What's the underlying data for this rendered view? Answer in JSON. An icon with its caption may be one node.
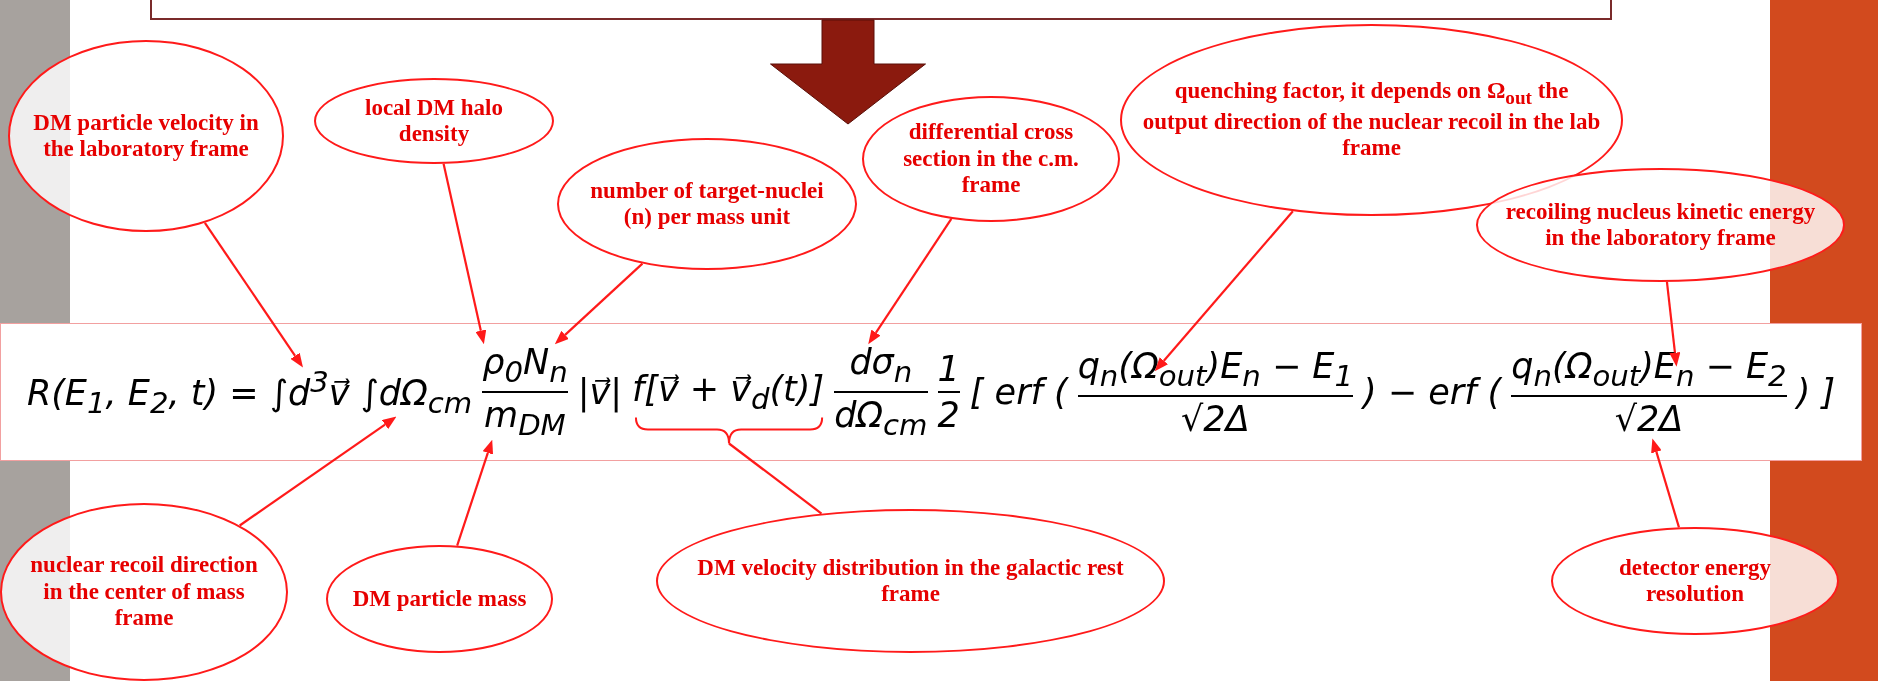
{
  "diagram": {
    "nodes": [
      {
        "text": [],
        "shape": "box"
      },
      {
        "text": [
          "DM particle velocity in the laboratory frame"
        ]
      },
      {
        "text": [
          "local DM halo density"
        ]
      },
      {
        "text": [
          "number of target-nuclei (n) per mass unit"
        ]
      },
      {
        "text": [
          "differential cross section in the c.m. frame"
        ]
      },
      {
        "text": [
          "quenching factor, it depends on Ω$_{out}$ the output direction of the nuclear recoil in the lab frame"
        ]
      },
      {
        "text": [
          "recoiling nucleus kinetic energy in the laboratory frame"
        ]
      },
      {
        "text": [
          "R(E$_{1}$, E$_{2}$, t) = ∫d$^{3}$v⃗ ∫dΩ$_{cm}$",
          "ρ$_{0}$N$_{n}$",
          "m$_{DM}$",
          "|v⃗|",
          "f[v⃗ + v⃗$_{d}$(t)]",
          "dσ$_{n}$",
          "dΩ$_{cm}$",
          "1",
          "2",
          "[ erf (",
          "q$_{n}$(Ω$_{out}$)E$_{n}$ − E$_{1}$",
          "√2Δ",
          ") − erf (",
          "q$_{n}$(Ω$_{out}$)E$_{n}$ − E$_{2}$",
          "√2Δ",
          ") ]"
        ]
      },
      {
        "text": [
          "nuclear recoil direction in the center of mass frame"
        ]
      },
      {
        "text": [
          "DM particle mass"
        ]
      },
      {
        "text": [
          "DM velocity distribution in the galactic rest frame"
        ]
      },
      {
        "text": [
          "detector energy resolution"
        ]
      }
    ],
    "edges": [
      {
        "from": 1,
        "to": 7,
        "arrow": "to"
      },
      {
        "from": 2,
        "to": 7,
        "arrow": "to"
      },
      {
        "from": 3,
        "to": 7,
        "arrow": "to"
      },
      {
        "from": 4,
        "to": 7,
        "arrow": "to"
      },
      {
        "from": 5,
        "to": 7,
        "arrow": "to"
      },
      {
        "from": 6,
        "to": 7,
        "arrow": "to"
      },
      {
        "from": 8,
        "to": 7,
        "arrow": "to"
      },
      {
        "from": 9,
        "to": 7,
        "arrow": "to"
      },
      {
        "from": 10,
        "to": 7,
        "arrow": "none"
      },
      {
        "from": 11,
        "to": 7,
        "arrow": "to"
      },
      {
        "from": 0,
        "to": null,
        "arrow": "to",
        "style": "thick",
        "color": "#8b1a0e"
      }
    ]
  }
}
